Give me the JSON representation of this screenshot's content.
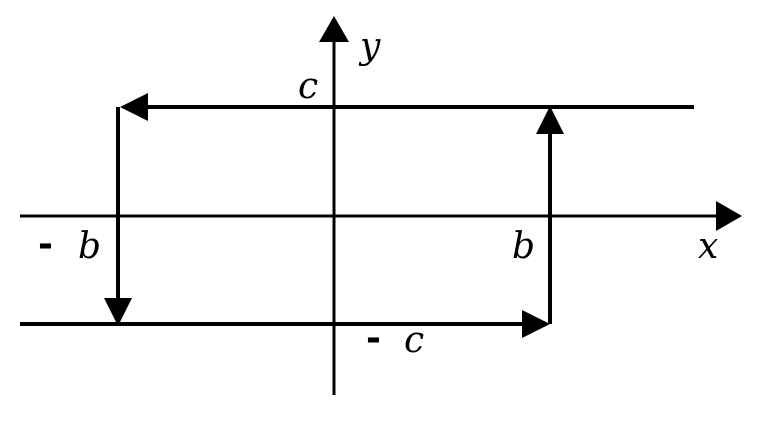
{
  "labels": {
    "y_axis": "y",
    "x_axis": "x",
    "top_level": "c",
    "neg_threshold_sign": "-",
    "neg_threshold": "b",
    "pos_threshold": "b",
    "bottom_level_sign": "-",
    "bottom_level": "c"
  },
  "colors": {
    "stroke": "#000000",
    "background": "#ffffff"
  }
}
